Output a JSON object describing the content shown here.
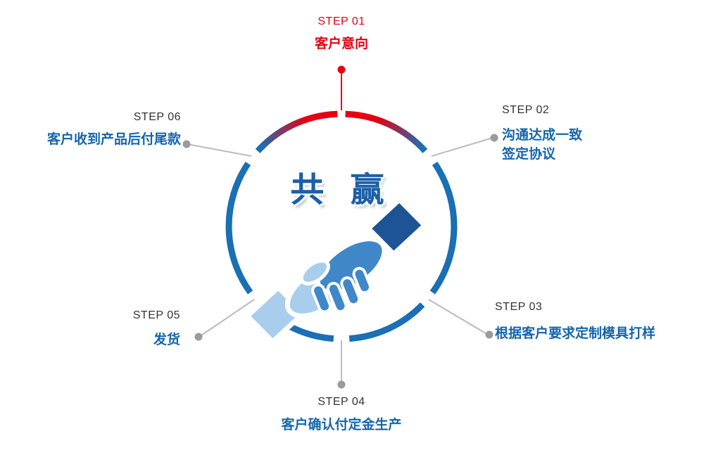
{
  "center": {
    "title": "共 赢",
    "icon": "handshake-icon"
  },
  "colors": {
    "accent_red": "#e60012",
    "ring_blue": "#1a6fb5",
    "text_blue": "#1565ac",
    "step_label_gray": "#333333",
    "connector_gray": "#b5b5b5",
    "dot_gray": "#9b9b9b"
  },
  "steps": [
    {
      "id": "step-01",
      "label": "STEP 01",
      "lines": [
        "客户意向"
      ],
      "accent": "red",
      "position": "top"
    },
    {
      "id": "step-02",
      "label": "STEP 02",
      "lines": [
        "沟通达成一致",
        "签定协议"
      ],
      "accent": "blue",
      "position": "upper-right"
    },
    {
      "id": "step-03",
      "label": "STEP 03",
      "lines": [
        "根据客户要求定制模具打样"
      ],
      "accent": "blue",
      "position": "lower-right"
    },
    {
      "id": "step-04",
      "label": "STEP 04",
      "lines": [
        "客户确认付定金生产"
      ],
      "accent": "blue",
      "position": "bottom"
    },
    {
      "id": "step-05",
      "label": "STEP 05",
      "lines": [
        "发货"
      ],
      "accent": "blue",
      "position": "lower-left"
    },
    {
      "id": "step-06",
      "label": "STEP 06",
      "lines": [
        "客户收到产品后付尾款"
      ],
      "accent": "blue",
      "position": "upper-left"
    }
  ]
}
